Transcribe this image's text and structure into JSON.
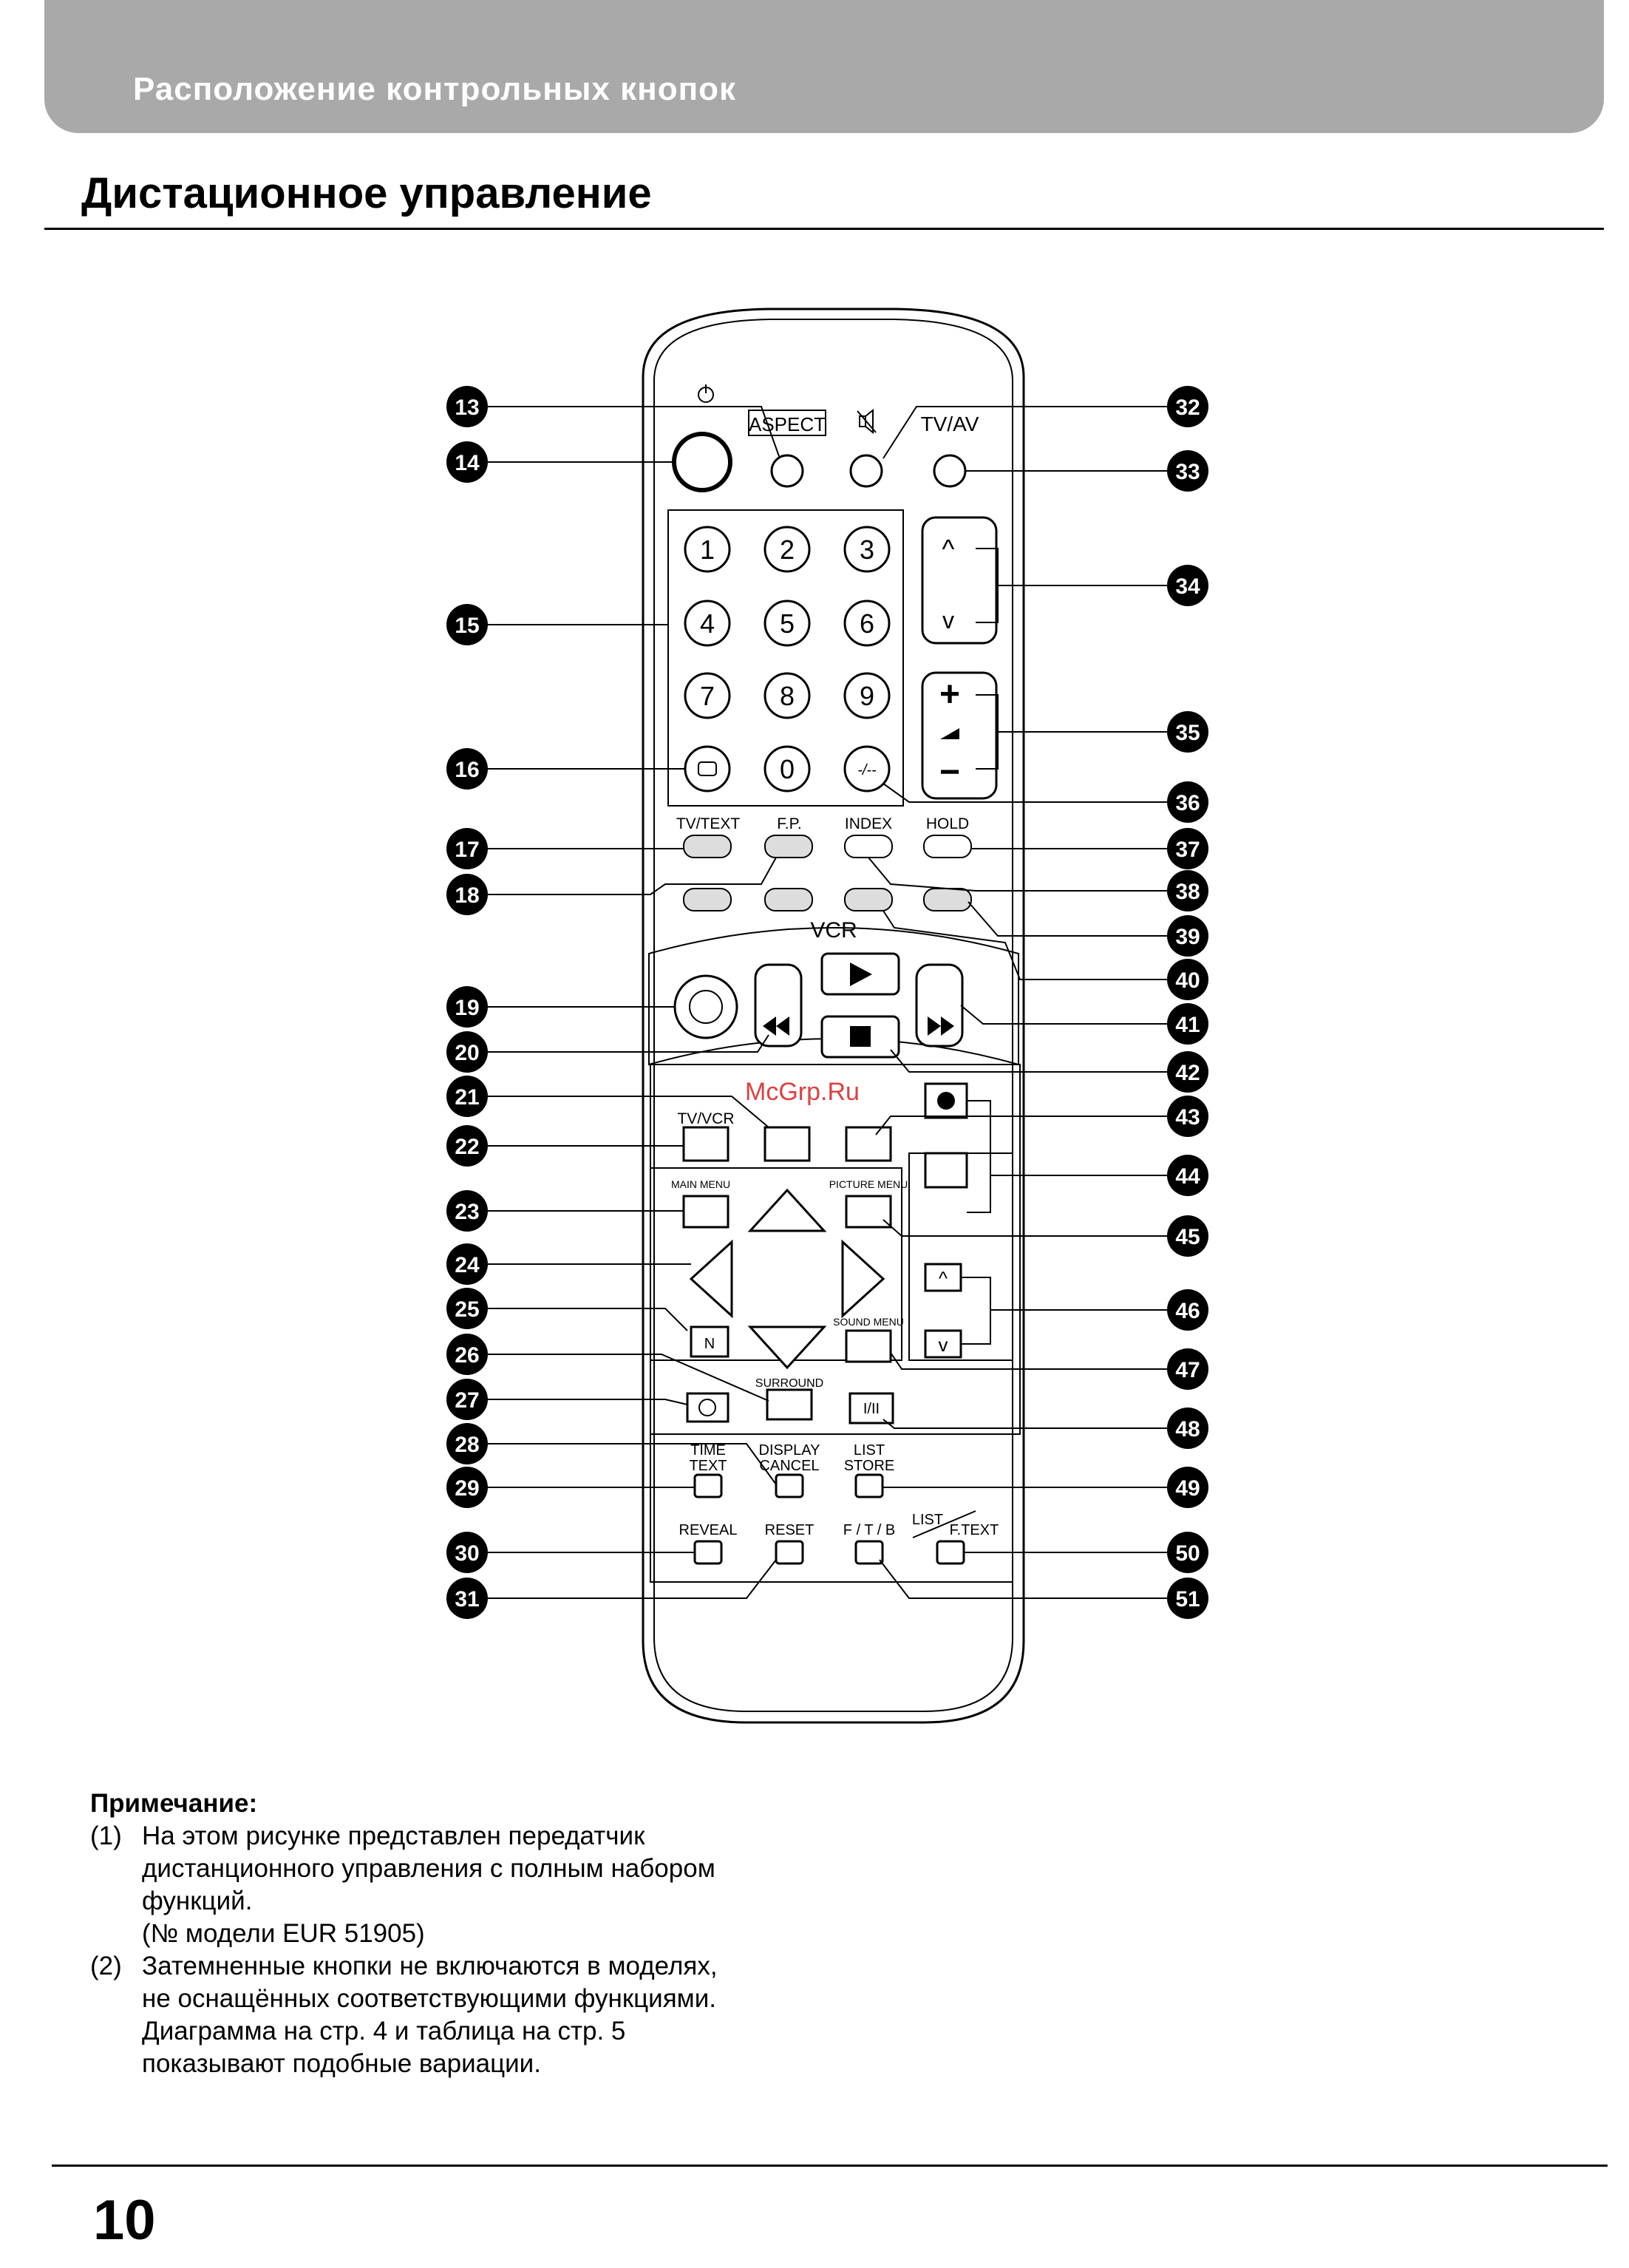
{
  "banner": {
    "title": "Расположение контрольных кнопок"
  },
  "page_title": "Дистационное управление",
  "watermark": "McGrp.Ru",
  "remote": {
    "top_labels": {
      "aspect": "ASPECT",
      "tvav": "TV/AV"
    },
    "digits": [
      "1",
      "2",
      "3",
      "4",
      "5",
      "6",
      "7",
      "8",
      "9",
      "0"
    ],
    "dash_button": "-/--",
    "ch_up": "^",
    "ch_down": "v",
    "vol_plus": "+",
    "vol_minus": "−",
    "teletext_labels": {
      "tvtext": "TV/TEXT",
      "fp": "F.P.",
      "index": "INDEX",
      "hold": "HOLD"
    },
    "vcr_label": "VCR",
    "tvvcr_label": "TV/VCR",
    "menu_labels": {
      "main": "MAIN MENU",
      "picture": "PICTURE MENU",
      "sound": "SOUND MENU",
      "surround": "SURROUND"
    },
    "n_button": "N",
    "audio_label": "I/II",
    "bottom_labels": {
      "time": "TIME",
      "text": "TEXT",
      "display": "DISPLAY",
      "cancel": "CANCEL",
      "list": "LIST",
      "store": "STORE",
      "reveal": "REVEAL",
      "reset": "RESET",
      "ftb": "F / T / B",
      "list2": "LIST",
      "ftext": "F.TEXT"
    }
  },
  "callouts": {
    "left": [
      "13",
      "14",
      "15",
      "16",
      "17",
      "18",
      "19",
      "20",
      "21",
      "22",
      "23",
      "24",
      "25",
      "26",
      "27",
      "28",
      "29",
      "30",
      "31"
    ],
    "right": [
      "32",
      "33",
      "34",
      "35",
      "36",
      "37",
      "38",
      "39",
      "40",
      "41",
      "42",
      "43",
      "44",
      "45",
      "46",
      "47",
      "48",
      "49",
      "50",
      "51"
    ]
  },
  "notes": {
    "heading": "Примечание:",
    "items": [
      {
        "num": "(1)",
        "lines": [
          "На этом рисунке представлен передатчик",
          "дистанционного управления с полным набором",
          "функций.",
          "(№ модели EUR 51905)"
        ]
      },
      {
        "num": "(2)",
        "lines": [
          "Затемненные кнопки не включаются в моделях,",
          "не оснащённых соответствующими функциями.",
          "Диаграмма на стр. 4 и таблица на стр. 5",
          "показывают подобные вариации."
        ]
      }
    ]
  },
  "page_number": "10"
}
